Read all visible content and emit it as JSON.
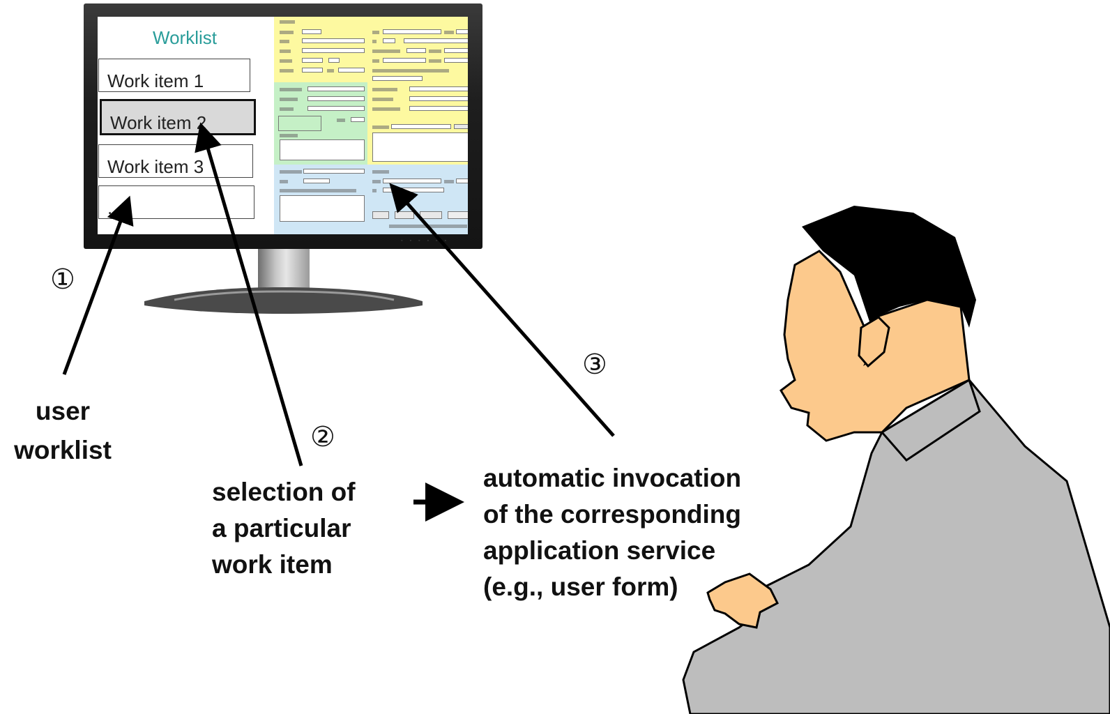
{
  "screen": {
    "worklist_title": "Worklist",
    "work_items": [
      "Work item 1",
      "Work item 2",
      "Work item 3",
      "..."
    ]
  },
  "steps": [
    {
      "number": "①",
      "label_lines": [
        "user",
        "worklist"
      ]
    },
    {
      "number": "②",
      "label_lines": [
        "selection of",
        "a particular",
        "work item"
      ]
    },
    {
      "number": "③",
      "label_lines": [
        "automatic invocation",
        "of the corresponding",
        "application service",
        "(e.g., user form)"
      ]
    }
  ],
  "colors": {
    "worklist_title": "#2a9d9a",
    "selected_item_bg": "#d9d9d9",
    "skin": "#fcc98c",
    "hair": "#000000",
    "shirt": "#bdbdbd",
    "form_yellow": "#fdf9a0",
    "form_green": "#c5f0c6",
    "form_blue": "#cfe6f5"
  }
}
